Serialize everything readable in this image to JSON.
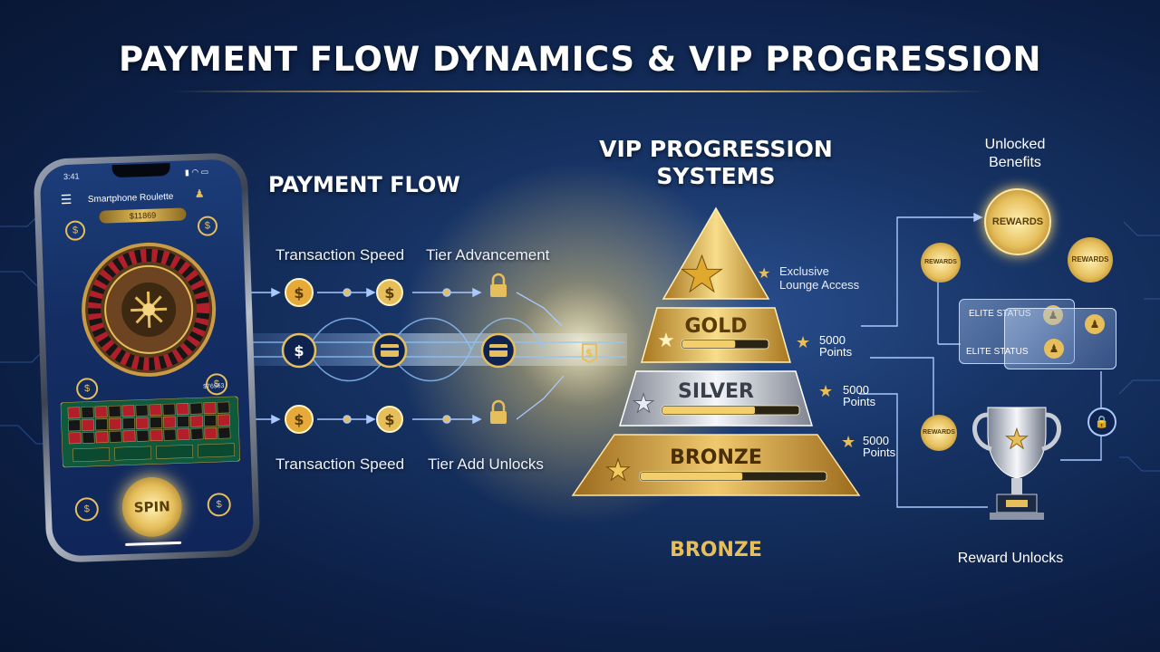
{
  "title": "PAYMENT FLOW DYNAMICS & VIP PROGRESSION",
  "phone": {
    "time": "3:41",
    "app_title": "Smartphone Roulette",
    "balance_label": "$11869",
    "side_label": "$76563",
    "spin_label": "SPIN"
  },
  "payment_flow": {
    "title": "PAYMENT FLOW",
    "top_labels": [
      "Transaction Speed",
      "Tier Advancement"
    ],
    "bottom_labels": [
      "Transaction Speed",
      "Tier Add Unlocks"
    ]
  },
  "vip": {
    "title_line1": "VIP PROGRESSION",
    "title_line2": "SYSTEMS",
    "top_note": "Exclusive Lounge Access",
    "tiers": [
      {
        "name": "GOLD",
        "progress": 0.62,
        "points": "5000",
        "points_label": "Points"
      },
      {
        "name": "SILVER",
        "progress": 0.68,
        "points": "5000",
        "points_label": "Points"
      },
      {
        "name": "BRONZE",
        "progress": 0.55,
        "points": "5000",
        "points_label": "Points"
      }
    ],
    "caption": "BRONZE"
  },
  "benefits": {
    "title_line1": "Unlocked",
    "title_line2": "Benefits",
    "reward_big": "REWARDS",
    "reward_small": "REWARDS",
    "elite_labels": [
      "ELITE STATUS",
      "ELITE STATUS"
    ],
    "reward_unlocks": "Reward Unlocks"
  },
  "colors": {
    "gold": "#e6bf5c",
    "navy": "#0c1f45",
    "silver": "#c8ccd4",
    "bronze": "#c9973a"
  }
}
